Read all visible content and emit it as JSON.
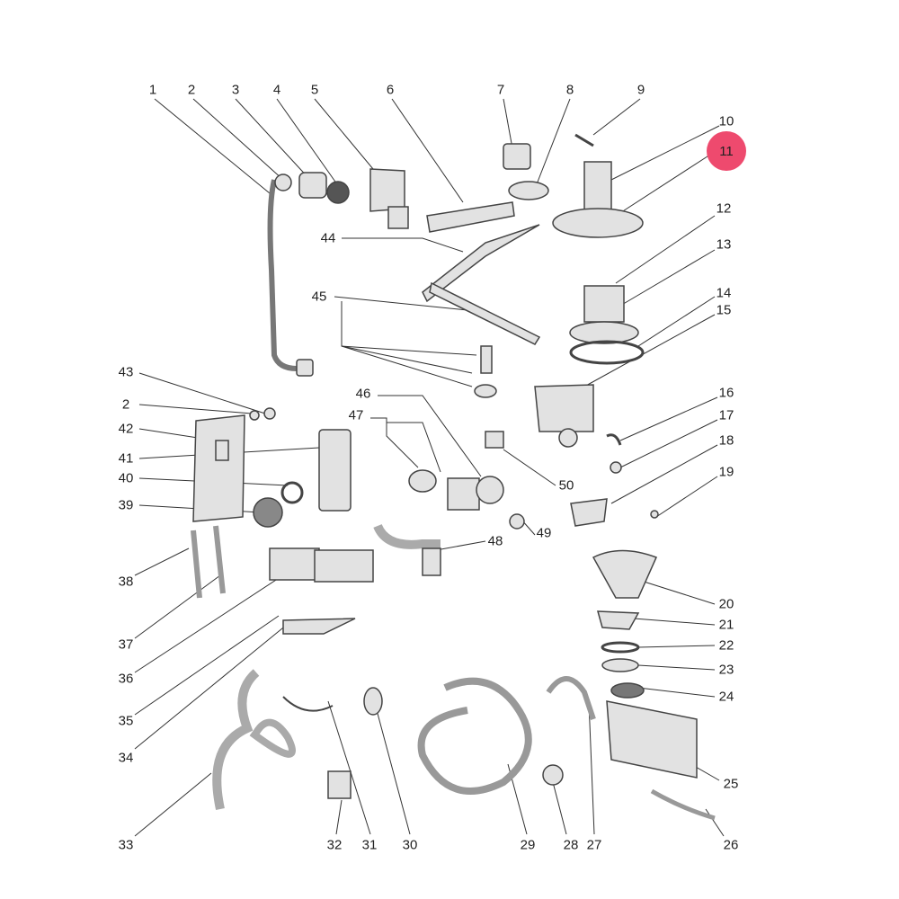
{
  "diagram": {
    "highlight_color": "#ee4a6e",
    "highlighted_part": "11",
    "callouts": [
      "1",
      "2",
      "3",
      "4",
      "5",
      "6",
      "7",
      "8",
      "9",
      "10",
      "11",
      "12",
      "13",
      "14",
      "15",
      "16",
      "17",
      "18",
      "19",
      "20",
      "21",
      "22",
      "23",
      "24",
      "25",
      "26",
      "27",
      "28",
      "29",
      "30",
      "31",
      "32",
      "33",
      "34",
      "35",
      "36",
      "37",
      "38",
      "39",
      "40",
      "41",
      "42",
      "43",
      "2",
      "44",
      "45",
      "46",
      "47",
      "48",
      "49",
      "50"
    ]
  }
}
